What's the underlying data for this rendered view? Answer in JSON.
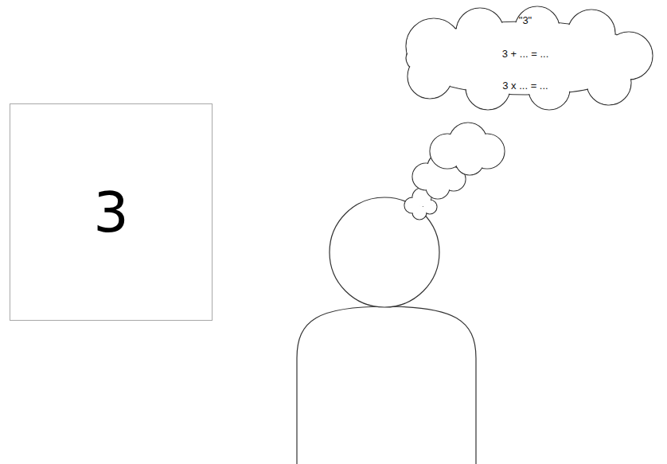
{
  "diagram": {
    "nodes": [
      {
        "text": [
          "3"
        ]
      },
      {
        "text": [
          "\"3\"",
          "3 + ... = ...",
          "3 x ... = ..."
        ]
      }
    ]
  }
}
